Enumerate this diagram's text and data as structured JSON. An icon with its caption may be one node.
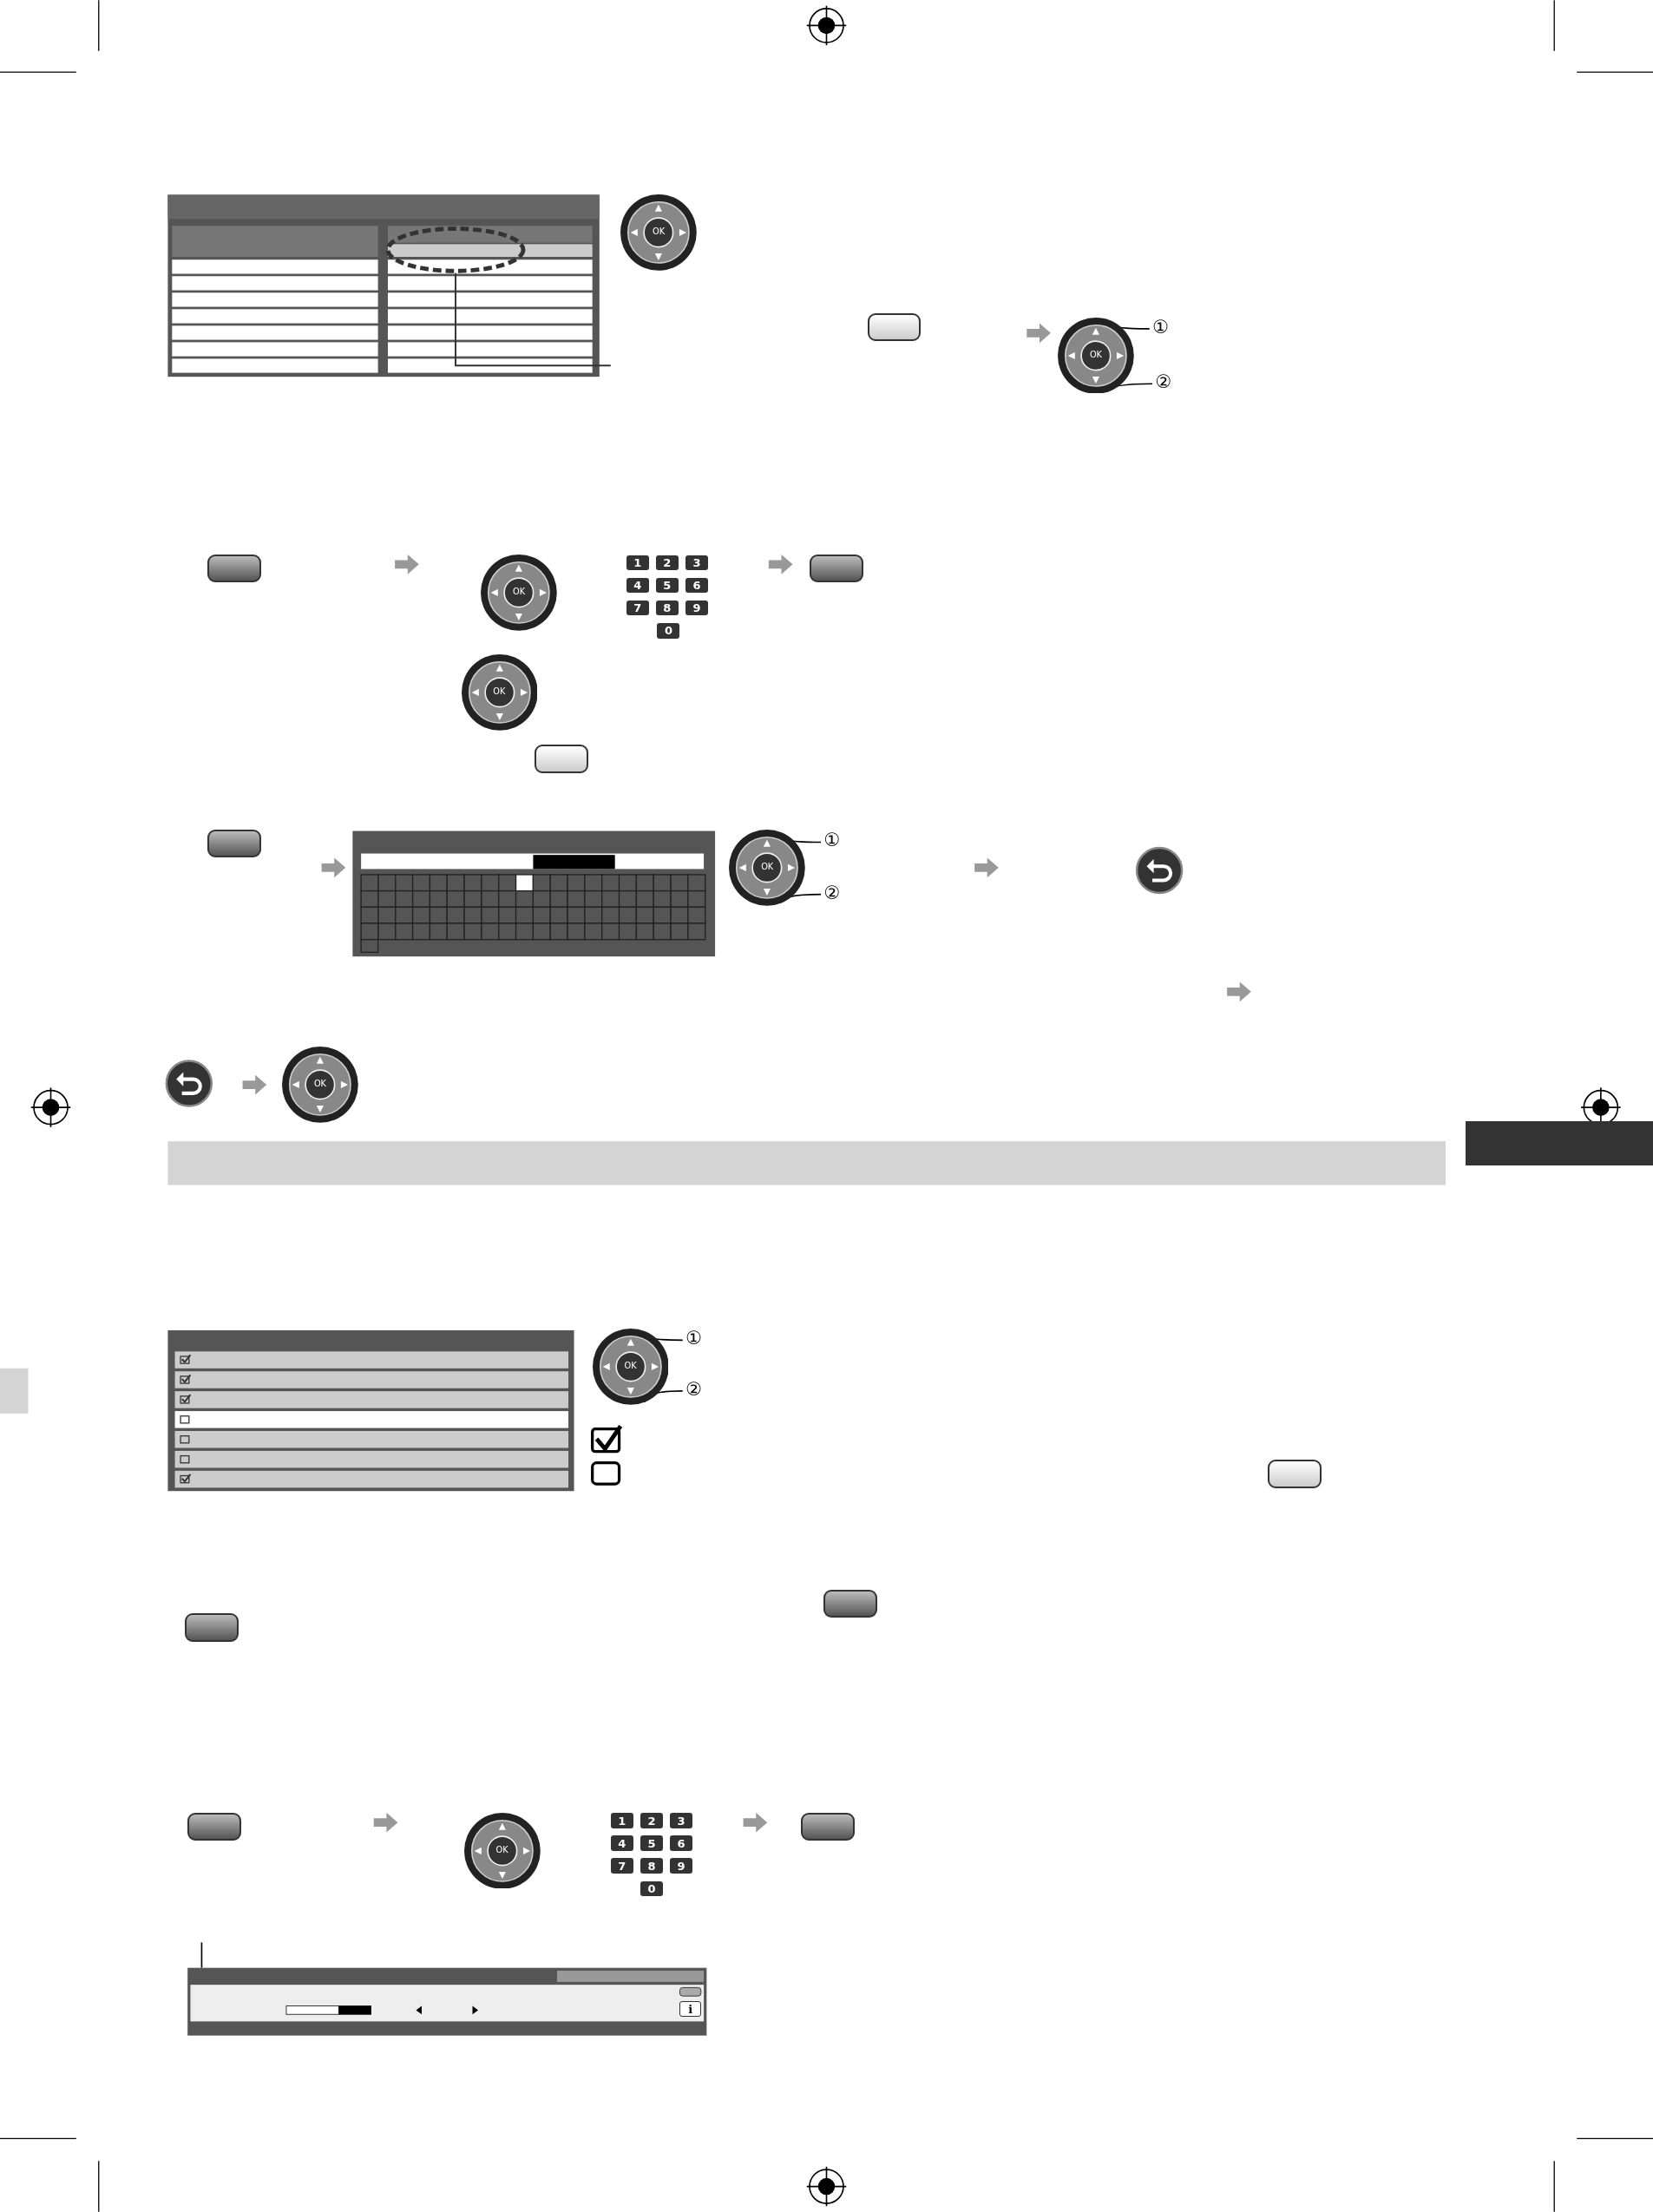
{
  "diagram": {
    "nodes": [
      {
        "text": [
          "OK"
        ]
      },
      {
        "text": [
          "OK"
        ]
      },
      {
        "text": [
          "①"
        ]
      },
      {
        "text": [
          "②"
        ]
      },
      {
        "text": [
          "OK"
        ]
      },
      {
        "text": [
          "OK"
        ]
      },
      {
        "text": [
          "OK"
        ]
      },
      {
        "text": [
          "①"
        ]
      },
      {
        "text": [
          "②"
        ]
      },
      {
        "text": [
          "OK"
        ]
      },
      {
        "text": [],
        "shape": "box"
      },
      {
        "text": [
          "OK"
        ]
      },
      {
        "text": [
          "①"
        ]
      },
      {
        "text": [
          "②"
        ]
      },
      {
        "text": [
          "OK"
        ]
      },
      {
        "text": [],
        "shape": "ellipse"
      }
    ],
    "edges": [
      {
        "from": 2,
        "to": 1,
        "arrow": "none"
      },
      {
        "from": 3,
        "to": 1,
        "arrow": "none"
      },
      {
        "from": 7,
        "to": 6,
        "arrow": "none"
      },
      {
        "from": 8,
        "to": 6,
        "arrow": "none"
      },
      {
        "from": 12,
        "to": 11,
        "arrow": "none"
      },
      {
        "from": 13,
        "to": 11,
        "arrow": "none"
      },
      {
        "from": 15,
        "to": null,
        "arrow": "none"
      }
    ],
    "labels": [
      "1",
      "2",
      "3",
      "4",
      "5",
      "6",
      "7",
      "8",
      "9",
      "0",
      "1",
      "2",
      "3",
      "4",
      "5",
      "6",
      "7",
      "8",
      "9",
      "0",
      "i"
    ]
  }
}
